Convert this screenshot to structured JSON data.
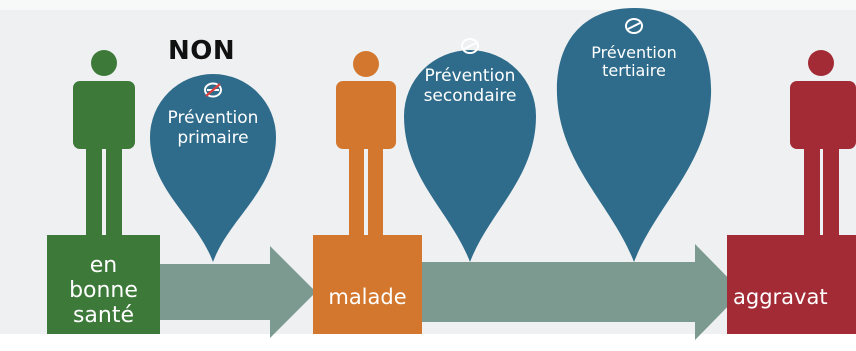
{
  "colors": {
    "background": "#eef0f1",
    "healthy": "#3d7a3a",
    "sick": "#d2772d",
    "aggravated": "#a32b36",
    "pin": "#2f6c8c",
    "arrow": "#7c9a90"
  },
  "stages": {
    "healthy": [
      "en",
      "bonne",
      "santé"
    ],
    "sick": "malade",
    "aggravated": "aggravat"
  },
  "non_label": "NON",
  "pins": {
    "primary": {
      "line1": "Prévention",
      "line2": "primaire",
      "icon": "pill-crossed-icon"
    },
    "secondary": {
      "line1": "Prévention",
      "line2": "secondaire",
      "icon": "pill-icon"
    },
    "tertiary": {
      "line1": "Prévention",
      "line2": "tertiaire",
      "icon": "pill-icon"
    }
  }
}
